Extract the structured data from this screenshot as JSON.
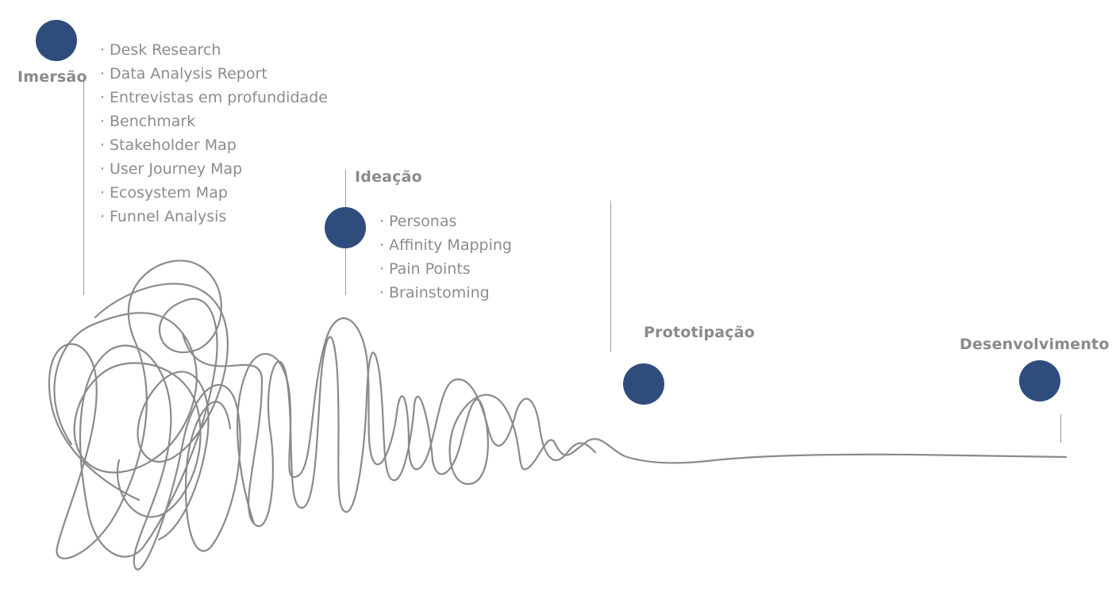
{
  "colors": {
    "dot": "#2f4d7c",
    "text": "#8c8c8c",
    "line": "#8a8a8a"
  },
  "stages": [
    {
      "title": "Imersão",
      "items": [
        "Desk Research",
        "Data Analysis Report",
        "Entrevistas em profundidade",
        "Benchmark",
        "Stakeholder Map",
        "User Journey Map",
        "Ecosystem Map",
        "Funnel Analysis"
      ]
    },
    {
      "title": "Ideação",
      "items": [
        "Personas",
        "Affinity Mapping",
        "Pain Points",
        "Brainstoming"
      ]
    },
    {
      "title": "Prototipação",
      "items": []
    },
    {
      "title": "Desenvolvimento",
      "items": []
    }
  ]
}
